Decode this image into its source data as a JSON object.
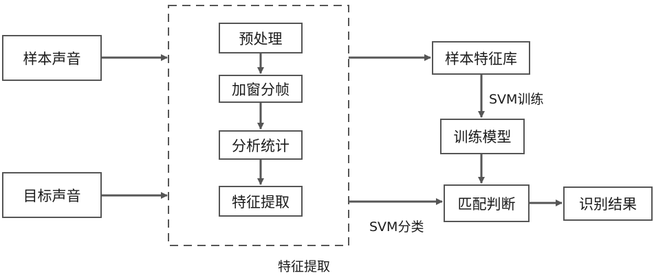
{
  "inputs": {
    "sample_sound": "样本声音",
    "target_sound": "目标声音"
  },
  "feature_extraction": {
    "steps": [
      "预处理",
      "加窗分帧",
      "分析统计",
      "特征提取"
    ],
    "caption": "特征提取"
  },
  "training": {
    "library": "样本特征库",
    "train_label": "SVM训练",
    "model": "训练模型"
  },
  "matching": {
    "judge": "匹配判断",
    "classify_label": "SVM分类",
    "result": "识别结果"
  },
  "colors": {
    "line": "#555555",
    "text": "#1a1a1a",
    "background": "#ffffff"
  }
}
